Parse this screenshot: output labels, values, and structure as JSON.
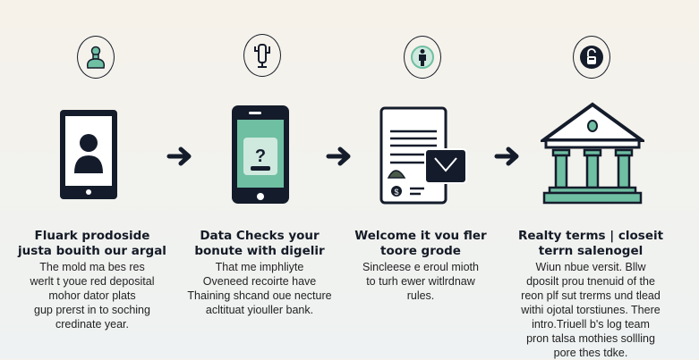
{
  "colors": {
    "dark": "#141c2b",
    "accent": "#6fbfa3",
    "accent_light": "#cfe9df"
  },
  "steps": [
    {
      "icon": "user-badge-icon",
      "device": "tablet-profile-icon",
      "title_1": "Fluark prodoside",
      "title_2": "justa bouith our argal",
      "body": [
        "The mold ma bes res",
        "werlt t youe red deposital",
        "mohor dator plats",
        "gup prerst in to soching",
        "credinate year."
      ]
    },
    {
      "icon": "cactus-icon",
      "device": "phone-question-icon",
      "title_1": "Data Checks your",
      "title_2": "bonute with digelir",
      "body": [
        "That me imphliyte",
        "Oveneed recoirte have",
        "Thaining shcand oue necture",
        "acltituat yiouller bank."
      ]
    },
    {
      "icon": "person-icon",
      "device": "document-check-icon",
      "title_1": "Welcome it vou fler",
      "title_2": "toore grode",
      "body": [
        "Sincleese e eroul mioth",
        "to turh ewer witlrdnaw",
        "rules."
      ]
    },
    {
      "icon": "lock-icon",
      "device": "bank-building-icon",
      "title_1": "Realty terms | closeit",
      "title_2": "terrn salenogel",
      "body": [
        "Wiun nbue versit. Bllw",
        "dposilt prou tnenuid of the",
        "reon plf sut trerms und tlead",
        "withi ojotal torstiunes. There",
        "intro.Triuell b's log team",
        "pron talsa mothies sollling",
        "pore thes tdke."
      ]
    }
  ]
}
